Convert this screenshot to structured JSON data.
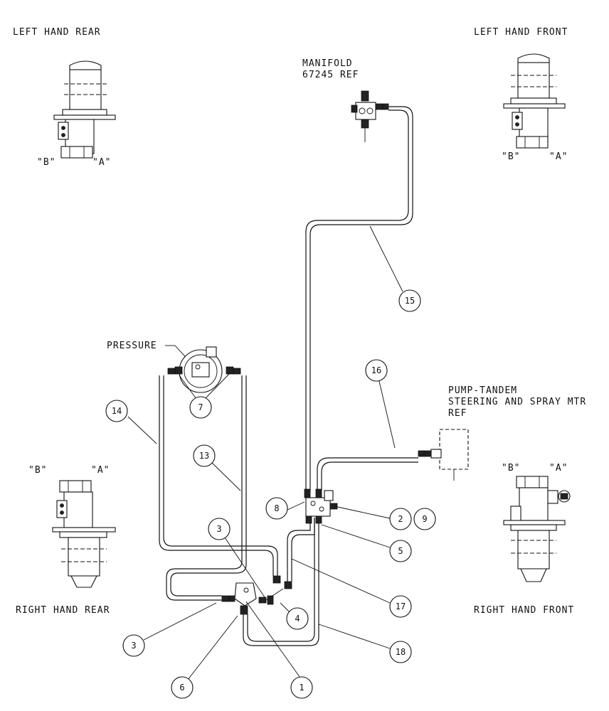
{
  "labels": {
    "left_hand_rear": "LEFT HAND REAR",
    "left_hand_front": "LEFT HAND FRONT",
    "right_hand_rear": "RIGHT HAND REAR",
    "right_hand_front": "RIGHT HAND FRONT",
    "manifold_line1": "MANIFOLD",
    "manifold_line2": "67245 REF",
    "pressure": "PRESSURE",
    "pump_line1": "PUMP-TANDEM",
    "pump_line2": "STEERING AND SPRAY MTR",
    "pump_line3": "REF"
  },
  "ports": {
    "b": "\"B\"",
    "a": "\"A\""
  },
  "callouts": {
    "n1": "1",
    "n2": "2",
    "n3a": "3",
    "n3b": "3",
    "n4": "4",
    "n5": "5",
    "n6": "6",
    "n7": "7",
    "n8": "8",
    "n9": "9",
    "n13": "13",
    "n14": "14",
    "n15": "15",
    "n16": "16",
    "n17": "17",
    "n18": "18"
  }
}
